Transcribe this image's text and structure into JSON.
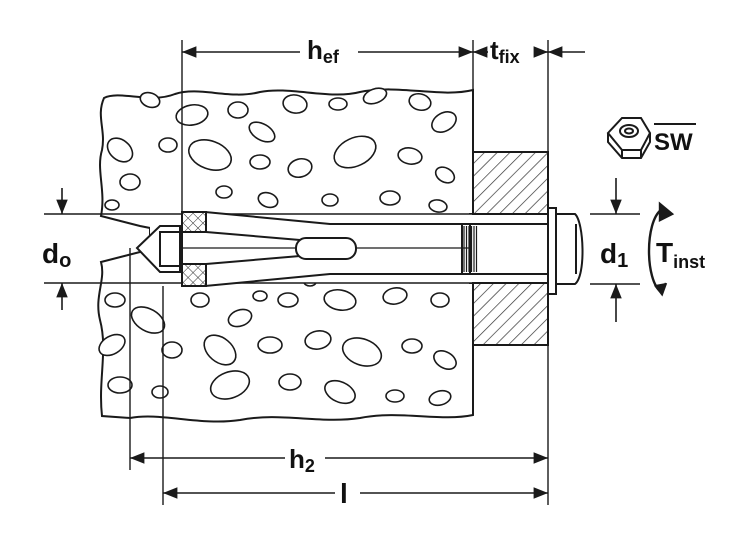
{
  "labels": {
    "h_ef": {
      "main": "h",
      "sub": "ef"
    },
    "t_fix": {
      "main": "t",
      "sub": "fix"
    },
    "d_o": {
      "main": "d",
      "sub": "o"
    },
    "d_1": {
      "main": "d",
      "sub": "1"
    },
    "t_inst": {
      "main": "T",
      "sub": "inst"
    },
    "sw": "SW",
    "h_2": {
      "main": "h",
      "sub": "2"
    },
    "l": "l"
  },
  "icons": {
    "nut": "hex-nut-icon",
    "torque": "rotation-arrow-icon"
  },
  "colors": {
    "ink": "#1a1a1a",
    "concrete_fill": "#ffffff",
    "background": "#ffffff"
  }
}
